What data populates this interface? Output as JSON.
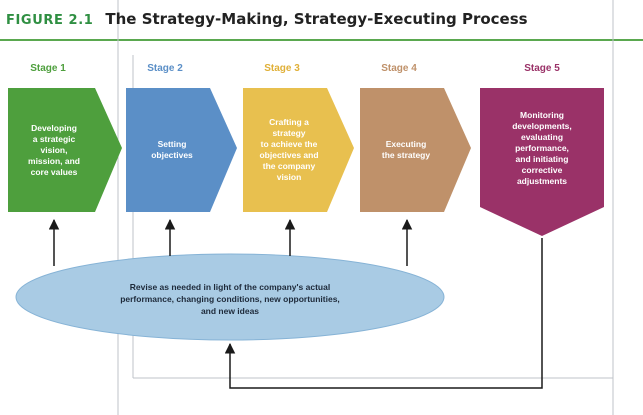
{
  "figure": {
    "number": "FIGURE 2.1",
    "title": "The Strategy-Making, Strategy-Executing Process"
  },
  "colors": {
    "rule": "#5aa84f",
    "divider": "#bfc3c8",
    "stage1": "#4e9f3d",
    "stage2": "#5b8fc7",
    "stage3": "#e8c04f",
    "stage4": "#bf916a",
    "stage5": "#9a3268",
    "ellipse": "#a9cbe4",
    "ellipse_border": "#86b3d6",
    "arrow": "#1a1a1a"
  },
  "stages": [
    {
      "label": "Stage 1",
      "label_color": "#4e9f3d",
      "lines": [
        "Developing",
        "a strategic",
        "vision,",
        "mission, and",
        "core values"
      ]
    },
    {
      "label": "Stage 2",
      "label_color": "#5b8fc7",
      "lines": [
        "Setting",
        "objectives"
      ]
    },
    {
      "label": "Stage 3",
      "label_color": "#e0b038",
      "lines": [
        "Crafting a",
        "strategy",
        "to achieve the",
        "objectives and",
        "the company",
        "vision"
      ]
    },
    {
      "label": "Stage 4",
      "label_color": "#bf916a",
      "lines": [
        "Executing",
        "the strategy"
      ]
    },
    {
      "label": "Stage 5",
      "label_color": "#9a3268",
      "lines": [
        "Monitoring",
        "developments,",
        "evaluating",
        "performance,",
        "and initiating",
        "corrective",
        "adjustments"
      ]
    }
  ],
  "feedback": {
    "lines": [
      "Revise as needed in light of the company's actual",
      "performance, changing conditions, new opportunities,",
      "and new ideas"
    ]
  }
}
